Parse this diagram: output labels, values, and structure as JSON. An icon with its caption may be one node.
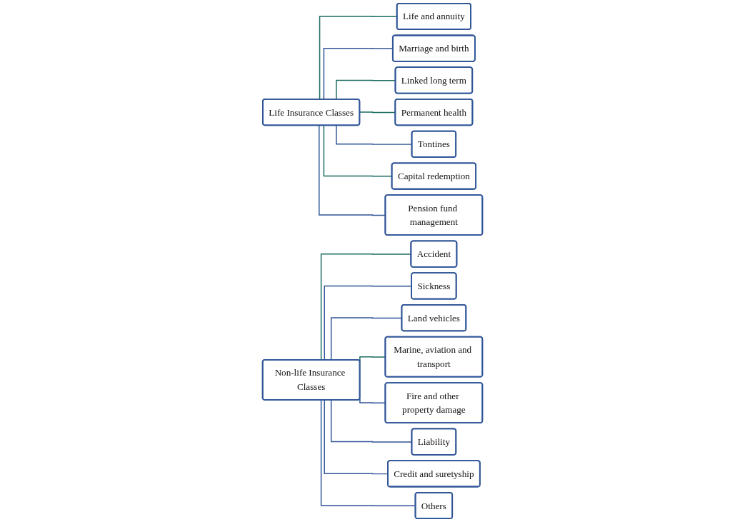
{
  "diagram": {
    "nodes": [
      {
        "text": [
          "Life Insurance Classes"
        ]
      },
      {
        "text": [
          "Life and annuity"
        ]
      },
      {
        "text": [
          "Marriage and birth"
        ]
      },
      {
        "text": [
          "Linked long term"
        ]
      },
      {
        "text": [
          "Permanent health"
        ]
      },
      {
        "text": [
          "Tontines"
        ]
      },
      {
        "text": [
          "Capital redemption"
        ]
      },
      {
        "text": [
          "Pension fund management"
        ]
      },
      {
        "text": [
          "Non-life Insurance Classes"
        ]
      },
      {
        "text": [
          "Accident"
        ]
      },
      {
        "text": [
          "Sickness"
        ]
      },
      {
        "text": [
          "Land vehicles"
        ]
      },
      {
        "text": [
          "Marine, aviation and transport"
        ]
      },
      {
        "text": [
          "Fire and other property damage"
        ]
      },
      {
        "text": [
          "Liability"
        ]
      },
      {
        "text": [
          "Credit and suretyship"
        ]
      },
      {
        "text": [
          "Others"
        ]
      }
    ],
    "edges": [
      {
        "from": 0,
        "to": 1,
        "arrow": "none",
        "color": "#1a6b60"
      },
      {
        "from": 0,
        "to": 2,
        "arrow": "none"
      },
      {
        "from": 0,
        "to": 3,
        "arrow": "none",
        "color": "#1a6b60"
      },
      {
        "from": 0,
        "to": 4,
        "arrow": "none",
        "color": "#1a6b60"
      },
      {
        "from": 0,
        "to": 5,
        "arrow": "none"
      },
      {
        "from": 0,
        "to": 6,
        "arrow": "none",
        "color": "#1a6b60"
      },
      {
        "from": 0,
        "to": 7,
        "arrow": "none"
      },
      {
        "from": 8,
        "to": 9,
        "arrow": "none",
        "color": "#1a6b60"
      },
      {
        "from": 8,
        "to": 10,
        "arrow": "none"
      },
      {
        "from": 8,
        "to": 11,
        "arrow": "none"
      },
      {
        "from": 8,
        "to": 12,
        "arrow": "none",
        "color": "#1a6b60"
      },
      {
        "from": 8,
        "to": 13,
        "arrow": "none"
      },
      {
        "from": 8,
        "to": 14,
        "arrow": "none"
      },
      {
        "from": 8,
        "to": 15,
        "arrow": "none"
      },
      {
        "from": 8,
        "to": 16,
        "arrow": "none"
      }
    ]
  }
}
